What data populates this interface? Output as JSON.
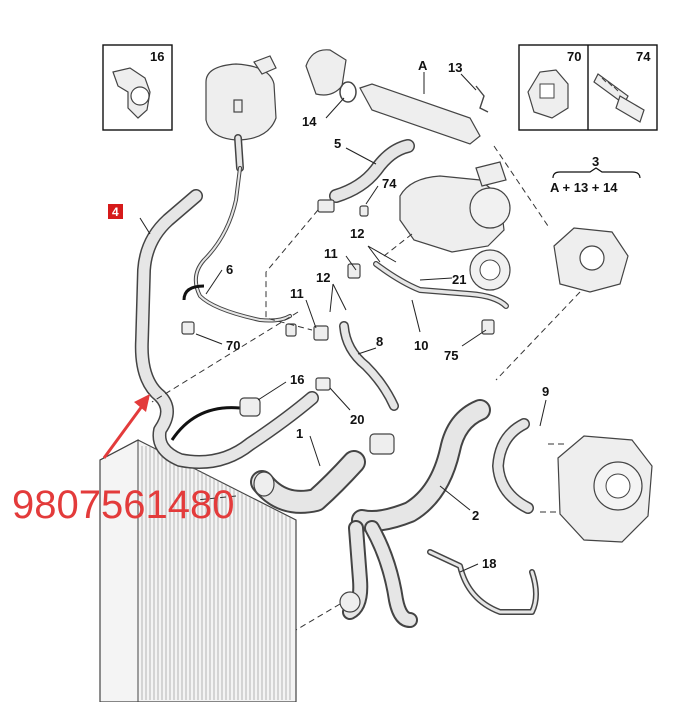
{
  "inset_boxes": [
    {
      "label": "16"
    },
    {
      "label": "70"
    },
    {
      "label": "74"
    }
  ],
  "assembly": {
    "number": "3",
    "formula": "A + 13 + 14"
  },
  "highlighted_callout": "4",
  "part_number": "9807561480",
  "callouts": {
    "A": "A",
    "c13": "13",
    "c14": "14",
    "c5": "5",
    "c74": "74",
    "c12a": "12",
    "c11a": "11",
    "c6": "6",
    "c12b": "12",
    "c21": "21",
    "c11b": "11",
    "c70": "70",
    "c8": "8",
    "c10": "10",
    "c75": "75",
    "c16": "16",
    "c20": "20",
    "c9": "9",
    "c1": "1",
    "c2": "2",
    "c18": "18"
  },
  "colors": {
    "highlight": "#d61a1a",
    "part_number": "#e33b3b",
    "arrow": "#e33b3b"
  }
}
